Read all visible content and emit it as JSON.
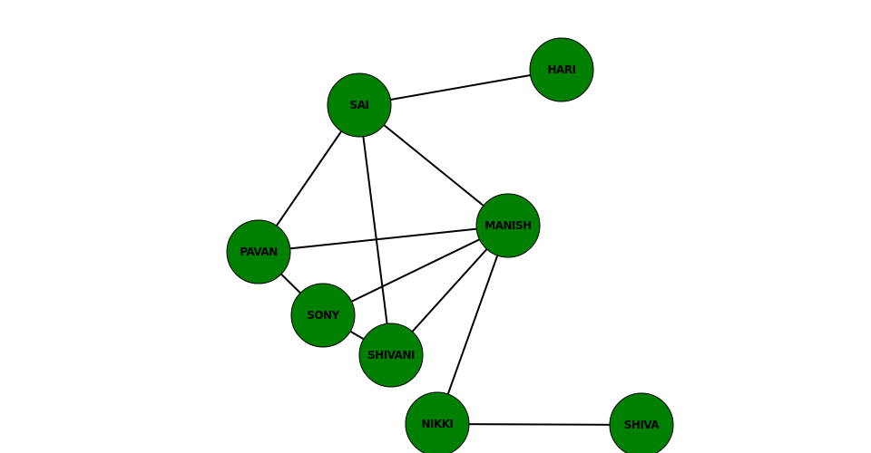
{
  "graph": {
    "node_fill": "#008000",
    "node_stroke": "#000000",
    "edge_color": "#000000",
    "nodes": [
      {
        "id": "SAI",
        "label": "SAI"
      },
      {
        "id": "HARI",
        "label": "HARI"
      },
      {
        "id": "MANISH",
        "label": "MANISH"
      },
      {
        "id": "PAVAN",
        "label": "PAVAN"
      },
      {
        "id": "SONY",
        "label": "SONY"
      },
      {
        "id": "SHIVANI",
        "label": "SHIVANI"
      },
      {
        "id": "NIKKI",
        "label": "NIKKI"
      },
      {
        "id": "SHIVA",
        "label": "SHIVA"
      }
    ],
    "edges": [
      [
        "SAI",
        "HARI"
      ],
      [
        "SAI",
        "MANISH"
      ],
      [
        "SAI",
        "PAVAN"
      ],
      [
        "SAI",
        "SHIVANI"
      ],
      [
        "PAVAN",
        "MANISH"
      ],
      [
        "PAVAN",
        "SONY"
      ],
      [
        "SONY",
        "MANISH"
      ],
      [
        "SONY",
        "SHIVANI"
      ],
      [
        "SHIVANI",
        "MANISH"
      ],
      [
        "MANISH",
        "NIKKI"
      ],
      [
        "NIKKI",
        "SHIVA"
      ]
    ]
  }
}
